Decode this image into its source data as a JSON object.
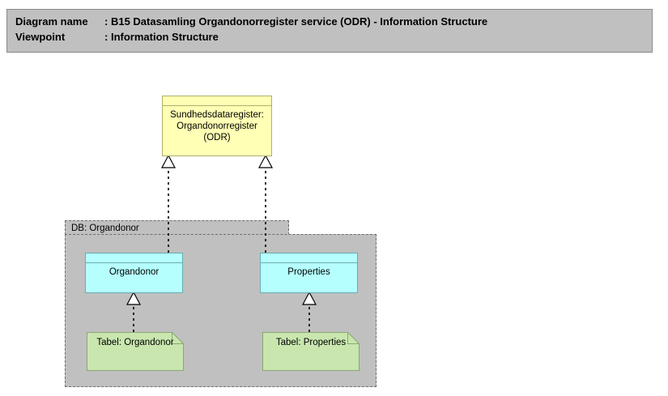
{
  "header": {
    "line1_label": "Diagram name",
    "line1_sep": ": ",
    "line1_value": "B15 Datasamling Organdonorregister service (ODR) - Information Structure",
    "line2_label": "Viewpoint",
    "line2_sep": ": ",
    "line2_value": "Information Structure"
  },
  "diagram": {
    "type": "uml-archimate-information-structure",
    "background": "#ffffff",
    "nodes": {
      "data_object_odr": {
        "label": "Sundhedsdataregister:\nOrgandonorregister\n(ODR)",
        "shape": "data-object",
        "fill": "#ffffb5",
        "stroke": "#b0b06a"
      },
      "package_db": {
        "label": "DB: Organdonor",
        "shape": "package",
        "fill": "#c0c0c0",
        "stroke": "#6e6e6e",
        "border_style": "dashed"
      },
      "data_object_organdonor": {
        "label": "Organdonor",
        "shape": "data-object",
        "fill": "#b5ffff",
        "stroke": "#6aacb0"
      },
      "data_object_properties": {
        "label": "Properties",
        "shape": "data-object",
        "fill": "#b5ffff",
        "stroke": "#6aacb0"
      },
      "artifact_tabel_organdonor": {
        "label": "Tabel: Organdonor",
        "shape": "artifact-folded-corner",
        "fill": "#c8e6ae",
        "stroke": "#8aa870"
      },
      "artifact_tabel_properties": {
        "label": "Tabel: Properties",
        "shape": "artifact-folded-corner",
        "fill": "#c8e6ae",
        "stroke": "#8aa870"
      }
    },
    "connections": [
      {
        "id": "rel-organdonor-to-odr",
        "from": "data_object_organdonor",
        "to": "data_object_odr",
        "type": "realization",
        "line": "dotted",
        "arrowhead": "hollow-triangle"
      },
      {
        "id": "rel-properties-to-odr",
        "from": "data_object_properties",
        "to": "data_object_odr",
        "type": "realization",
        "line": "dotted",
        "arrowhead": "hollow-triangle"
      },
      {
        "id": "rel-tabel-organdonor-to-organdonor",
        "from": "artifact_tabel_organdonor",
        "to": "data_object_organdonor",
        "type": "realization",
        "line": "dotted",
        "arrowhead": "hollow-triangle"
      },
      {
        "id": "rel-tabel-properties-to-properties",
        "from": "artifact_tabel_properties",
        "to": "data_object_properties",
        "type": "realization",
        "line": "dotted",
        "arrowhead": "hollow-triangle"
      }
    ]
  }
}
